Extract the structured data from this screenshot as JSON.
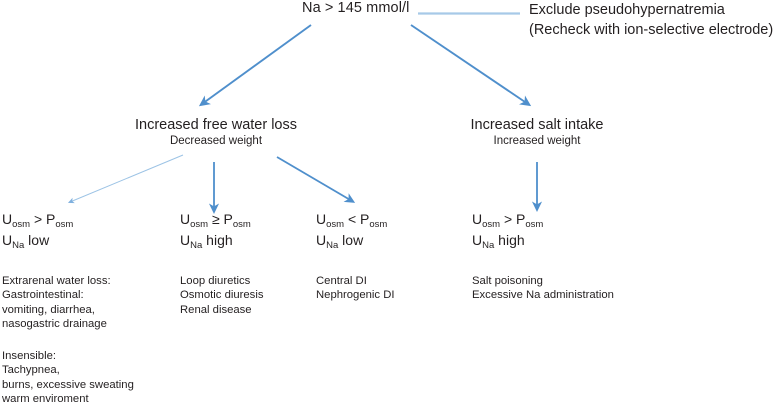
{
  "diagram": {
    "title_node": {
      "label": "Na > 145 mmol/l"
    },
    "side_note": {
      "line1": "Exclude pseudohypernatremia",
      "line2": "(Recheck with ion-selective electrode)"
    },
    "branches": [
      {
        "id": "free-water-loss",
        "heading": "Increased free water loss",
        "subheading": "Decreased weight"
      },
      {
        "id": "salt-intake",
        "heading": "Increased salt intake",
        "subheading": "Increased weight"
      }
    ],
    "columns": [
      {
        "id": "extrarenal-water-loss",
        "criteria_line1_pre": "U",
        "criteria_line1_sub1": "osm",
        "criteria_line1_op": " > P",
        "criteria_line1_sub2": "osm",
        "criteria_line2_pre": "U",
        "criteria_line2_sub1": "Na",
        "criteria_line2_post": " low",
        "details": [
          "Extrarenal water loss:",
          "Gastrointestinal:",
          "vomiting, diarrhea,",
          "nasogastric drainage"
        ],
        "details2": [
          "Insensible:",
          "Tachypnea,",
          "burns, excessive sweating",
          "warm enviroment"
        ]
      },
      {
        "id": "renal-water-loss",
        "criteria_line1_pre": "U",
        "criteria_line1_sub1": "osm",
        "criteria_line1_op": " ≥ P",
        "criteria_line1_sub2": "osm",
        "criteria_line2_pre": "U",
        "criteria_line2_sub1": "Na",
        "criteria_line2_post": " high",
        "details": [
          "Loop diuretics",
          "Osmotic diuresis",
          "Renal disease"
        ],
        "details2": []
      },
      {
        "id": "diabetes-insipidus",
        "criteria_line1_pre": "U",
        "criteria_line1_sub1": "osm",
        "criteria_line1_op": " < P",
        "criteria_line1_sub2": "osm",
        "criteria_line2_pre": "U",
        "criteria_line2_sub1": "Na",
        "criteria_line2_post": " low",
        "details": [
          "Central DI",
          "Nephrogenic DI"
        ],
        "details2": []
      },
      {
        "id": "salt-excess",
        "criteria_line1_pre": "U",
        "criteria_line1_sub1": "osm",
        "criteria_line1_op": " > P",
        "criteria_line1_sub2": "osm",
        "criteria_line2_pre": "U",
        "criteria_line2_sub1": "Na",
        "criteria_line2_post": " high",
        "details": [
          "Salt poisoning",
          "Excessive Na administration"
        ],
        "details2": []
      }
    ],
    "colors": {
      "arrow_blue": "#4f8fcc",
      "arrow_blue_faint": "#9cc3e5",
      "connector_blue": "#a7c9e8",
      "text": "#231f20",
      "background": "#ffffff"
    }
  }
}
